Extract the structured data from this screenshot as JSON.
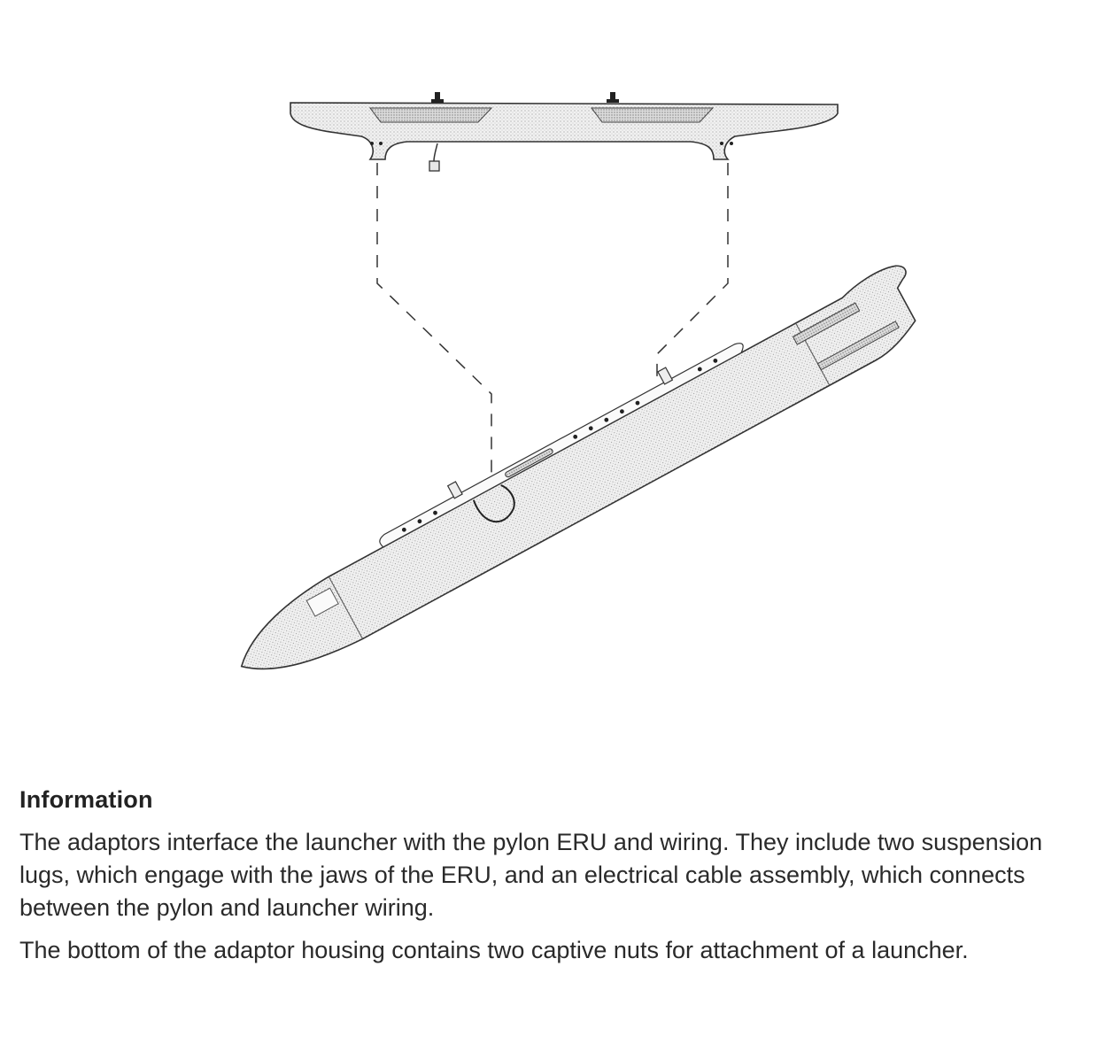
{
  "info": {
    "heading": "Information",
    "paragraphs": [
      "The adaptors interface the launcher with the pylon ERU and wiring. They include two suspension lugs, which engage with the jaws of the ERU, and an electrical cable assembly, which connects between the pylon and launcher wiring.",
      "The bottom of the adaptor housing contains two captive nuts for attachment of a launcher."
    ]
  }
}
